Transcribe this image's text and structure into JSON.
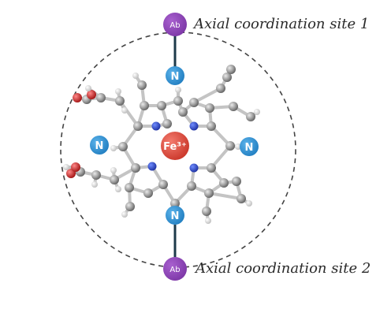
{
  "labels": {
    "axial_site_1": "Axial coordination site 1",
    "axial_site_2": "Axial coordination site 2",
    "metal": "Fe³⁺",
    "ligand_top": "Ab",
    "ligand_bottom": "Ab",
    "nitrogen": "N"
  },
  "colors": {
    "ab_purple": "#8e44b8",
    "nitrogen_blue": "#2f8fd0",
    "iron_red": "#e0463a",
    "carbon_gray": "#9a9a9a",
    "bond_gray": "#bdbdbd",
    "oxygen_red": "#cc2222",
    "hydrogen_white": "#f2f2f2",
    "dashed_circle": "#444444",
    "axial_bond": "#1d3a4a"
  }
}
